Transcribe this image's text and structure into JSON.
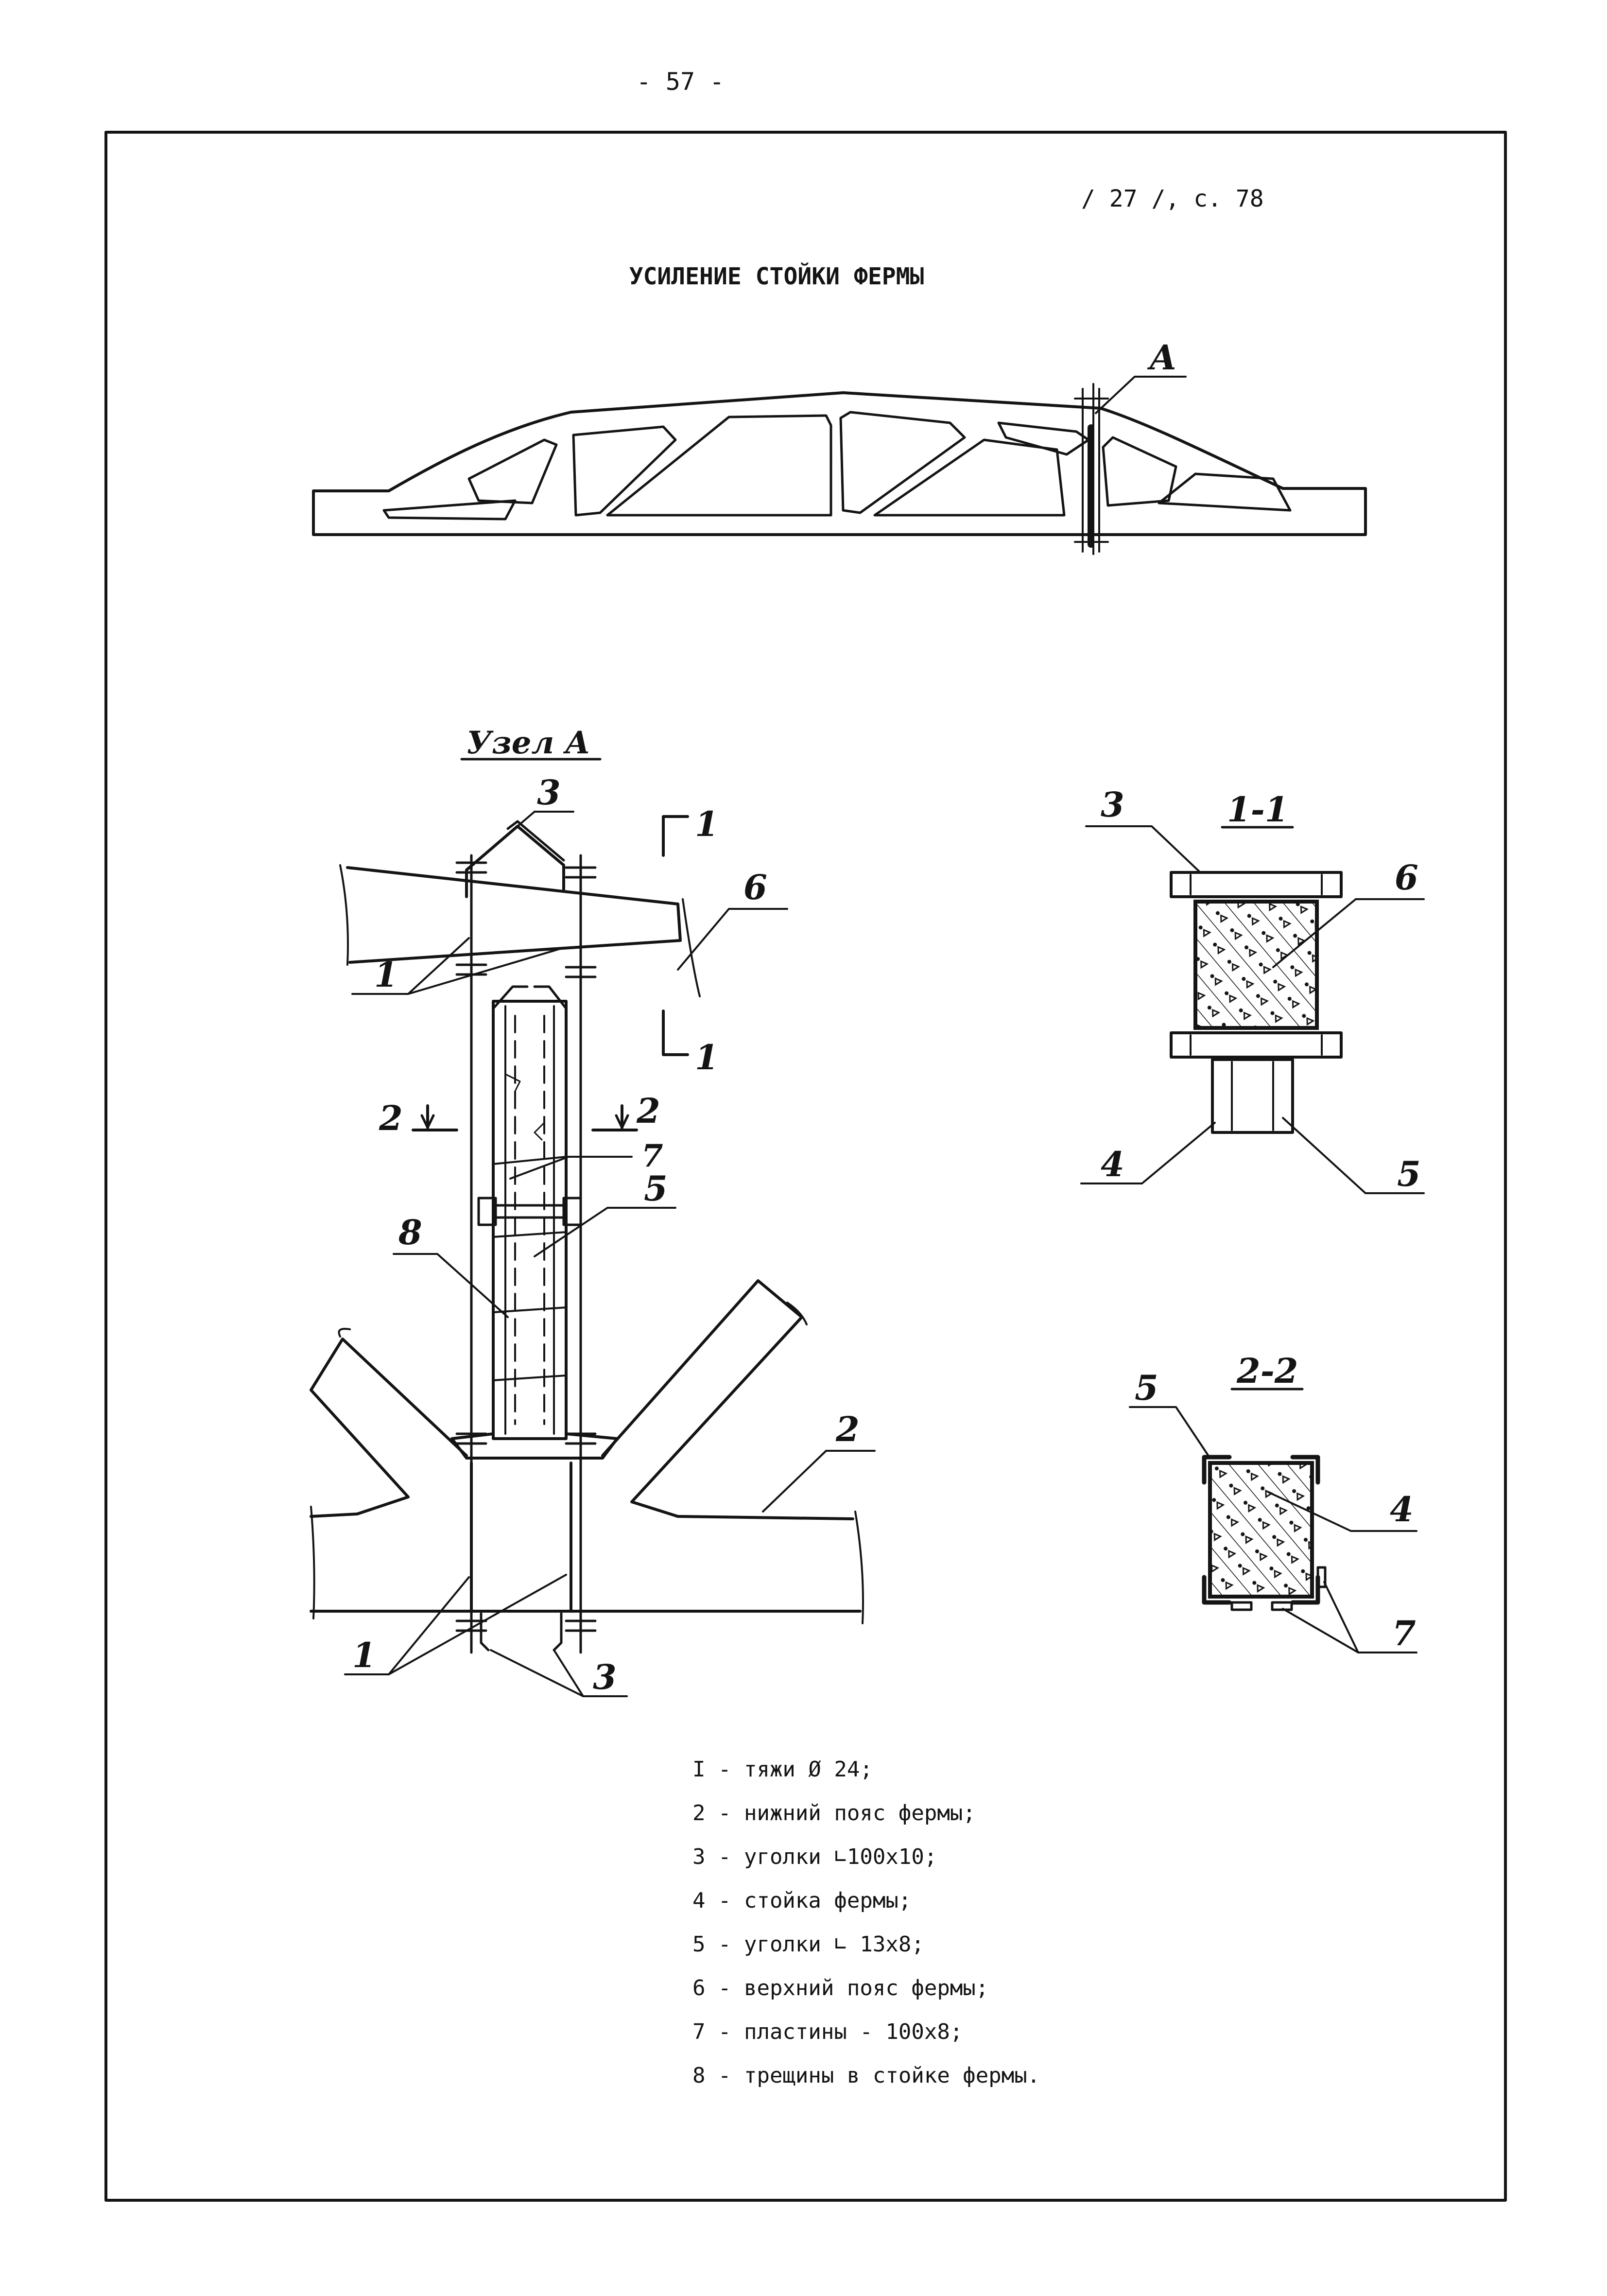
{
  "page": {
    "number": "- 57 -",
    "reference": "/ 27 /, с. 78"
  },
  "title": "УСИЛЕНИЕ СТОЙКИ ФЕРМЫ",
  "truss": {
    "node_label": "А"
  },
  "node_view": {
    "heading": "Узел А",
    "callouts": [
      "1",
      "1",
      "2",
      "3",
      "3",
      "5",
      "6",
      "7",
      "8"
    ],
    "section_marks": {
      "s11_top": "1",
      "s11_bottom": "1",
      "s22_left": "2",
      "s22_right": "2"
    }
  },
  "section_1_1": {
    "title": "1-1",
    "callouts": [
      "3",
      "6",
      "4",
      "5"
    ]
  },
  "section_2_2": {
    "title": "2-2",
    "callouts": [
      "5",
      "4",
      "7"
    ]
  },
  "legend": [
    "I - тяжи Ø 24;",
    "2 - нижний пояс фермы;",
    "3 - уголки ∟100х10;",
    "4 - стойка фермы;",
    "5 - уголки ∟ 13х8;",
    "6 - верхний пояс фермы;",
    "7 - пластины - 100х8;",
    "8 - трещины в стойке фермы."
  ],
  "colors": {
    "ink": "#141414",
    "paper": "#ffffff"
  }
}
